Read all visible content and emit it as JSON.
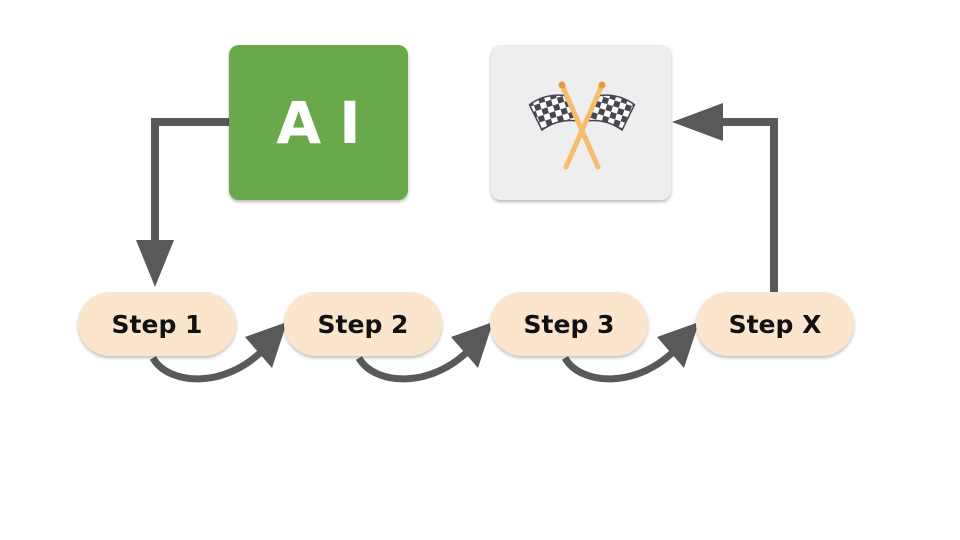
{
  "ai_box": {
    "label": "AI",
    "color": "#69a94c"
  },
  "finish_box": {
    "icon": "checkered-flags-icon",
    "color": "#eeeeee"
  },
  "steps": [
    {
      "label": "Step 1"
    },
    {
      "label": "Step 2"
    },
    {
      "label": "Step 3"
    },
    {
      "label": "Step X"
    }
  ],
  "colors": {
    "step_fill": "#fbe5cd",
    "arrow": "#595959"
  }
}
